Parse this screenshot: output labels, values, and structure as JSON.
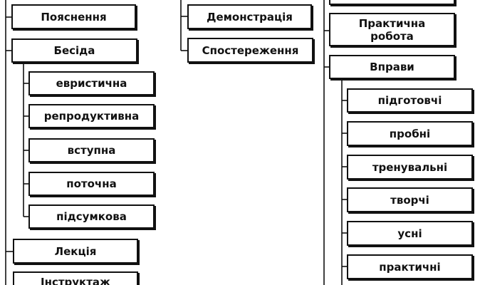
{
  "left_column": {
    "explanation": "Пояснення",
    "conversation": "Бесіда",
    "conversation_types": [
      "евристична",
      "репродуктивна",
      "вступна",
      "поточна",
      "підсумкова"
    ],
    "lecture": "Лекція",
    "instruction": "Інструктаж"
  },
  "middle_column": {
    "demonstration": "Демонстрація",
    "observation": "Спостереження"
  },
  "right_column": {
    "practical_work": "Практична\nробота",
    "exercises": "Вправи",
    "exercise_types": [
      "підготовчі",
      "пробні",
      "тренувальні",
      "творчі",
      "усні",
      "практичні"
    ]
  }
}
